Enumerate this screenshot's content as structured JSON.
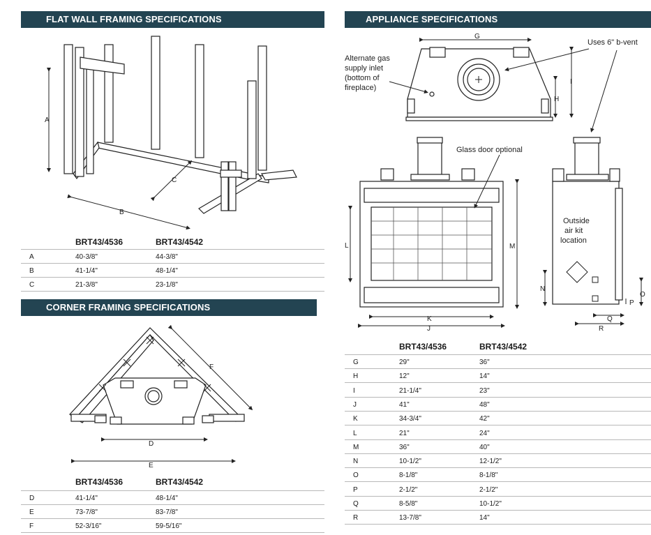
{
  "flat_wall": {
    "title": "FLAT WALL FRAMING SPECIFICATIONS",
    "labels": {
      "a": "A",
      "b": "B",
      "c": "C"
    },
    "col1": "BRT43/4536",
    "col2": "BRT43/4542",
    "rows": [
      {
        "key": "A",
        "v1": "40-3/8\"",
        "v2": "44-3/8\""
      },
      {
        "key": "B",
        "v1": "41-1/4\"",
        "v2": "48-1/4\""
      },
      {
        "key": "C",
        "v1": "21-3/8\"",
        "v2": "23-1/8\""
      }
    ]
  },
  "corner": {
    "title": "CORNER FRAMING SPECIFICATIONS",
    "labels": {
      "d": "D",
      "e": "E",
      "f": "F"
    },
    "col1": "BRT43/4536",
    "col2": "BRT43/4542",
    "rows": [
      {
        "key": "D",
        "v1": "41-1/4\"",
        "v2": "48-1/4\""
      },
      {
        "key": "E",
        "v1": "73-7/8\"",
        "v2": "83-7/8\""
      },
      {
        "key": "F",
        "v1": "52-3/16\"",
        "v2": "59-5/16\""
      }
    ]
  },
  "appliance": {
    "title": "APPLIANCE SPECIFICATIONS",
    "callouts": {
      "gas_line1": "Alternate gas",
      "gas_line2": "supply inlet",
      "gas_line3": "(bottom of",
      "gas_line4": "fireplace)",
      "vent": "Uses 6\" b-vent",
      "glass": "Glass door optional",
      "outside1": "Outside",
      "outside2": "air kit",
      "outside3": "location"
    },
    "labels": {
      "g": "G",
      "h": "H",
      "i": "I",
      "j": "J",
      "k": "K",
      "l": "L",
      "m": "M",
      "n": "N",
      "o": "O",
      "p": "P",
      "q": "Q",
      "r": "R"
    },
    "col1": "BRT43/4536",
    "col2": "BRT43/4542",
    "rows": [
      {
        "key": "G",
        "v1": "29\"",
        "v2": "36\""
      },
      {
        "key": "H",
        "v1": "12\"",
        "v2": "14\""
      },
      {
        "key": "I",
        "v1": "21-1/4\"",
        "v2": "23\""
      },
      {
        "key": "J",
        "v1": "41\"",
        "v2": "48\""
      },
      {
        "key": "K",
        "v1": "34-3/4\"",
        "v2": "42\""
      },
      {
        "key": "L",
        "v1": "21\"",
        "v2": "24\""
      },
      {
        "key": "M",
        "v1": "36\"",
        "v2": "40\""
      },
      {
        "key": "N",
        "v1": "10-1/2\"",
        "v2": "12-1/2\""
      },
      {
        "key": "O",
        "v1": "8-1/8\"",
        "v2": "8-1/8\""
      },
      {
        "key": "P",
        "v1": "2-1/2\"",
        "v2": "2-1/2\""
      },
      {
        "key": "Q",
        "v1": "8-5/8\"",
        "v2": "10-1/2\""
      },
      {
        "key": "R",
        "v1": "13-7/8\"",
        "v2": "14\""
      }
    ]
  }
}
